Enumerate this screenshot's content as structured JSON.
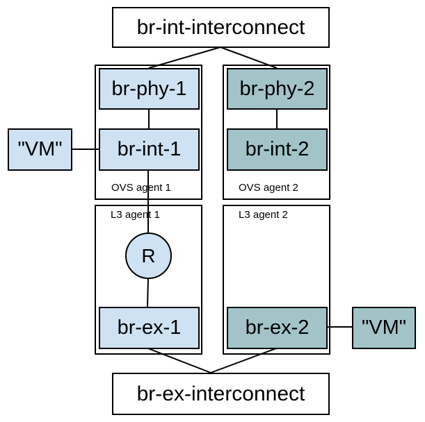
{
  "diagram": {
    "interconnects": {
      "top": "br-int-interconnect",
      "bottom": "br-ex-interconnect"
    },
    "hosts": [
      {
        "ovs_agent_label": "OVS agent 1",
        "l3_agent_label": "L3 agent 1",
        "br_phy": "br-phy-1",
        "br_int": "br-int-1",
        "br_ex": "br-ex-1",
        "router": "R",
        "vm": "\"VM\"",
        "fill": "#cfe2f3"
      },
      {
        "ovs_agent_label": "OVS agent 2",
        "l3_agent_label": "L3 agent 2",
        "br_phy": "br-phy-2",
        "br_int": "br-int-2",
        "br_ex": "br-ex-2",
        "vm": "\"VM\"",
        "fill": "#a2c4c9"
      }
    ],
    "edges": [
      [
        "br-int-interconnect",
        "br-phy-1"
      ],
      [
        "br-int-interconnect",
        "br-phy-2"
      ],
      [
        "br-phy-1",
        "br-int-1"
      ],
      [
        "br-phy-2",
        "br-int-2"
      ],
      [
        "\"VM\" (1)",
        "br-int-1"
      ],
      [
        "br-int-1",
        "R"
      ],
      [
        "R",
        "br-ex-1"
      ],
      [
        "br-ex-2",
        "\"VM\" (2)"
      ],
      [
        "br-ex-1",
        "br-ex-interconnect"
      ],
      [
        "br-ex-2",
        "br-ex-interconnect"
      ]
    ]
  }
}
